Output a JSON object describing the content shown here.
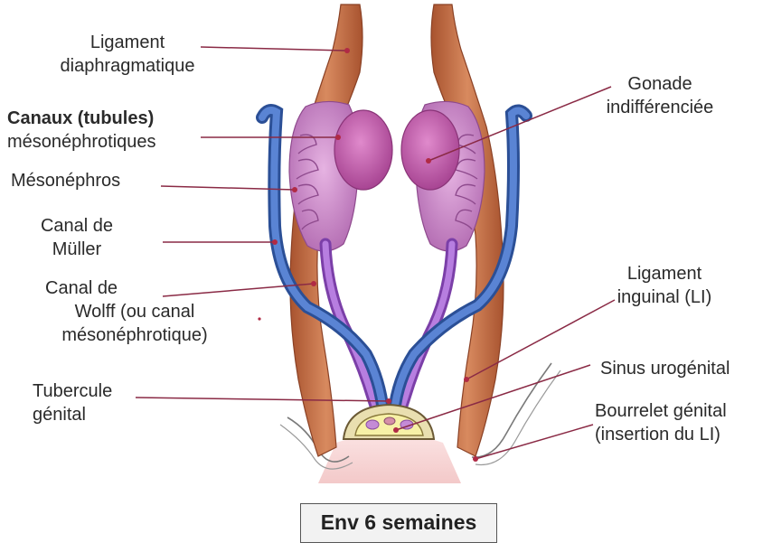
{
  "labels": {
    "ligament_diaphragmatique": [
      "Ligament",
      "diaphragmatique"
    ],
    "canaux_mesonephrotiques": [
      "Canaux (tubules)",
      "mésonéphrotiques"
    ],
    "mesonephros": [
      "Mésonéphros"
    ],
    "canal_muller": [
      "Canal de",
      "Müller"
    ],
    "canal_wolff": [
      "Canal de",
      "Wolff  (ou canal",
      "mésonéphrotique)"
    ],
    "tubercule_genital": [
      "Tubercule",
      "génital"
    ],
    "gonade_indifferenciee": [
      "Gonade",
      "indifférenciée"
    ],
    "ligament_inguinal": [
      "Ligament",
      "inguinal (LI)"
    ],
    "sinus_urogenital": [
      "Sinus urogénital"
    ],
    "bourrelet_genital": [
      "Bourrelet génital",
      "(insertion du LI)"
    ]
  },
  "caption": "Env 6 semaines",
  "colors": {
    "leader_line": "#8a2a45",
    "ligament": "#c8744a",
    "mesonephros": "#c986c7",
    "gonad": "#c45fae",
    "muller_duct": "#3e66b8",
    "wolff_duct": "#9a57c8",
    "tubercle_fill": "#f5e9a8"
  }
}
